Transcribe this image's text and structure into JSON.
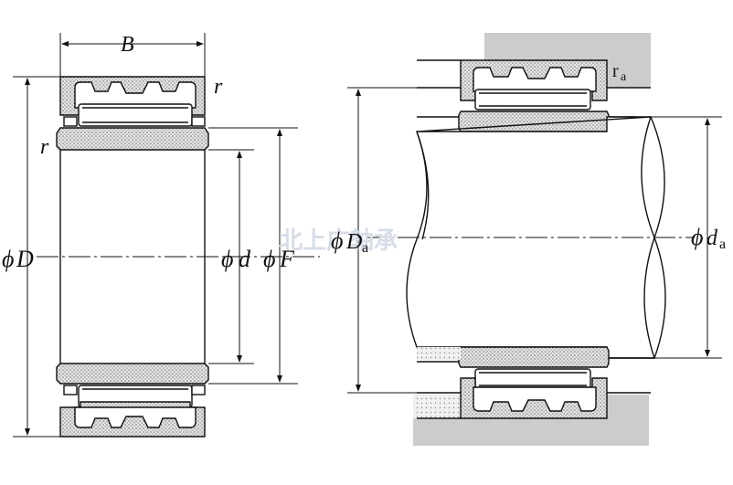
{
  "labels": {
    "B": "B",
    "r_top": "r",
    "r_left": "r",
    "phi": "ϕ",
    "D": "D",
    "d": "d",
    "F": "F",
    "Da_main": "D",
    "Da_sub": "a",
    "da_main": "d",
    "da_sub": "a",
    "ra_main": "r",
    "ra_sub": "a"
  },
  "watermark": "北上广轴承",
  "colors": {
    "line": "#111111",
    "housing": "#cccccc",
    "hatch": "#999999",
    "watermark": "#d6dde8"
  }
}
